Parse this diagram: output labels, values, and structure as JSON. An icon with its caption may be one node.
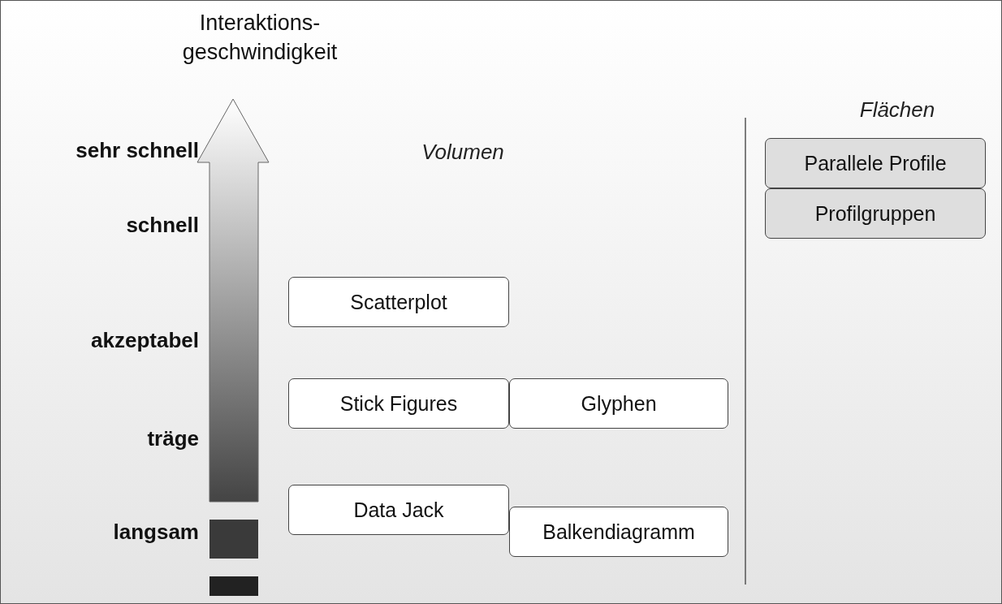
{
  "diagram": {
    "nodes": [
      {
        "text": [
          "Scatterplot"
        ]
      },
      {
        "text": [
          "Stick Figures"
        ]
      },
      {
        "text": [
          "Glyphen"
        ]
      },
      {
        "text": [
          "Data Jack"
        ]
      },
      {
        "text": [
          "Balkendiagramm"
        ]
      },
      {
        "text": [
          "Parallele Profile"
        ]
      },
      {
        "text": [
          "Profilgruppen"
        ]
      }
    ],
    "edges": [],
    "labels": [
      "Interaktions- geschwindigkeit",
      "Flächen",
      "sehr schnell",
      "Volumen",
      "schnell",
      "akzeptabel",
      "träge",
      "langsam"
    ]
  }
}
